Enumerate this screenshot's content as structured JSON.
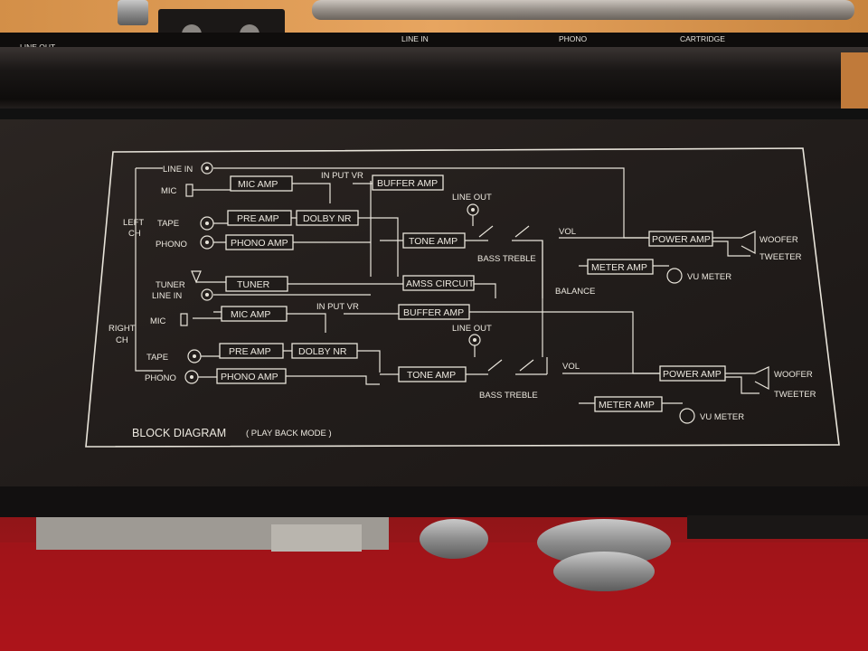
{
  "top_panel": {
    "labels": [
      "LINE OUT",
      "LINE IN",
      "PHONO",
      "CARTRIDGE"
    ]
  },
  "diagram": {
    "title": "BLOCK DIAGRAM",
    "subtitle": "( PLAY BACK MODE )",
    "channels": {
      "left": [
        "LEFT",
        "CH"
      ],
      "right": [
        "RIGHT",
        "CH"
      ]
    },
    "inputs": {
      "line_in_l": "LINE IN",
      "mic_l": "MIC",
      "tape_l": "TAPE",
      "phono_l": "PHONO",
      "tuner": "TUNER",
      "line_in_r": "LINE IN",
      "mic_r": "MIC",
      "tape_r": "TAPE",
      "phono_r": "PHONO"
    },
    "blocks": {
      "mic_amp_l": "MIC AMP",
      "pre_amp_l": "PRE AMP",
      "phono_amp_l": "PHONO AMP",
      "dolby_nr_l": "DOLBY NR",
      "buffer_amp_l": "BUFFER AMP",
      "tone_amp_l": "TONE AMP",
      "power_amp_l": "POWER AMP",
      "meter_amp_l": "METER AMP",
      "tuner_block": "TUNER",
      "amss": "AMSS CIRCUIT",
      "mic_amp_r": "MIC AMP",
      "pre_amp_r": "PRE AMP",
      "phono_amp_r": "PHONO AMP",
      "dolby_nr_r": "DOLBY NR",
      "buffer_amp_r": "BUFFER AMP",
      "tone_amp_r": "TONE AMP",
      "power_amp_r": "POWER AMP",
      "meter_amp_r": "METER AMP"
    },
    "labels": {
      "input_vr_l": "IN PUT VR",
      "input_vr_r": "IN PUT VR",
      "line_out_l": "LINE OUT",
      "line_out_r": "LINE OUT",
      "bass_treble_l": "BASS TREBLE",
      "bass_treble_r": "BASS TREBLE",
      "vol_l": "VOL",
      "vol_r": "VOL",
      "balance": "BALANCE",
      "woofer_l": "WOOFER",
      "tweeter_l": "TWEETER",
      "woofer_r": "WOOFER",
      "tweeter_r": "TWEETER",
      "vu_meter_l": "VU METER",
      "vu_meter_r": "VU METER"
    }
  }
}
